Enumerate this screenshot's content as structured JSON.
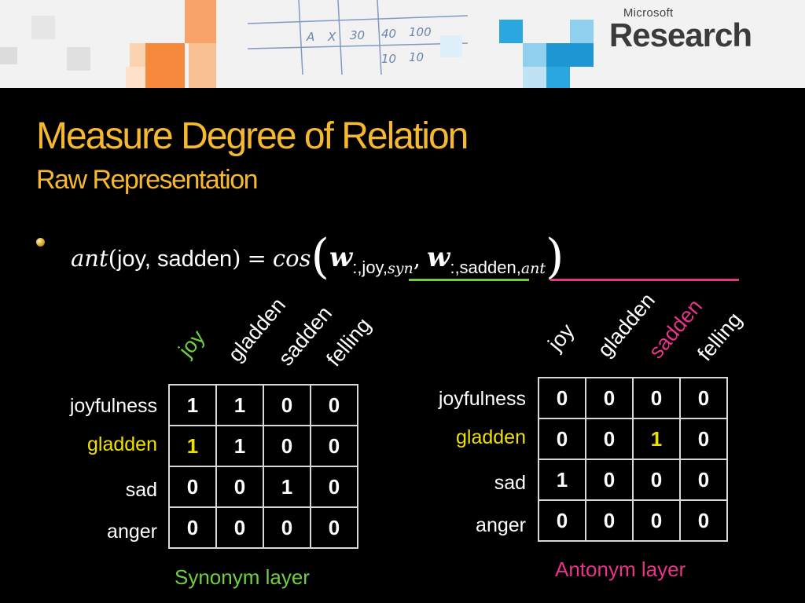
{
  "header": {
    "logo_top": "Microsoft",
    "logo_main": "Research",
    "sketch_text": [
      "A",
      "X",
      "30",
      "40",
      "100",
      "10",
      "10"
    ]
  },
  "title": "Measure Degree of Relation",
  "subtitle": "Raw Representation",
  "formula": {
    "func": "ant",
    "open": "(",
    "args": "joy, sadden",
    "close": ")",
    "equals": "=",
    "cos": "cos",
    "w1": "w",
    "w1_sub_word": ":,joy,",
    "w1_sub_layer": "syn",
    "comma": ",",
    "w2": "w",
    "w2_sub_word": ":,sadden,",
    "w2_sub_layer": "ant"
  },
  "colors": {
    "title": "#f5b82e",
    "green": "#6fcf3f",
    "magenta": "#e8338a",
    "yellow": "#f0e000",
    "grid_line": "#d8d8d8"
  },
  "synonym": {
    "columns": [
      "joy",
      "gladden",
      "sadden",
      "felling"
    ],
    "rows": [
      "joyfulness",
      "gladden",
      "sad",
      "anger"
    ],
    "cells": [
      [
        "1",
        "1",
        "0",
        "0"
      ],
      [
        "1",
        "1",
        "0",
        "0"
      ],
      [
        "0",
        "0",
        "1",
        "0"
      ],
      [
        "0",
        "0",
        "0",
        "0"
      ]
    ],
    "caption": "Synonym layer"
  },
  "antonym": {
    "columns": [
      "joy",
      "gladden",
      "sadden",
      "felling"
    ],
    "rows": [
      "joyfulness",
      "gladden",
      "sad",
      "anger"
    ],
    "cells": [
      [
        "0",
        "0",
        "0",
        "0"
      ],
      [
        "0",
        "0",
        "1",
        "0"
      ],
      [
        "1",
        "0",
        "0",
        "0"
      ],
      [
        "0",
        "0",
        "0",
        "0"
      ]
    ],
    "caption": "Antonym layer"
  }
}
